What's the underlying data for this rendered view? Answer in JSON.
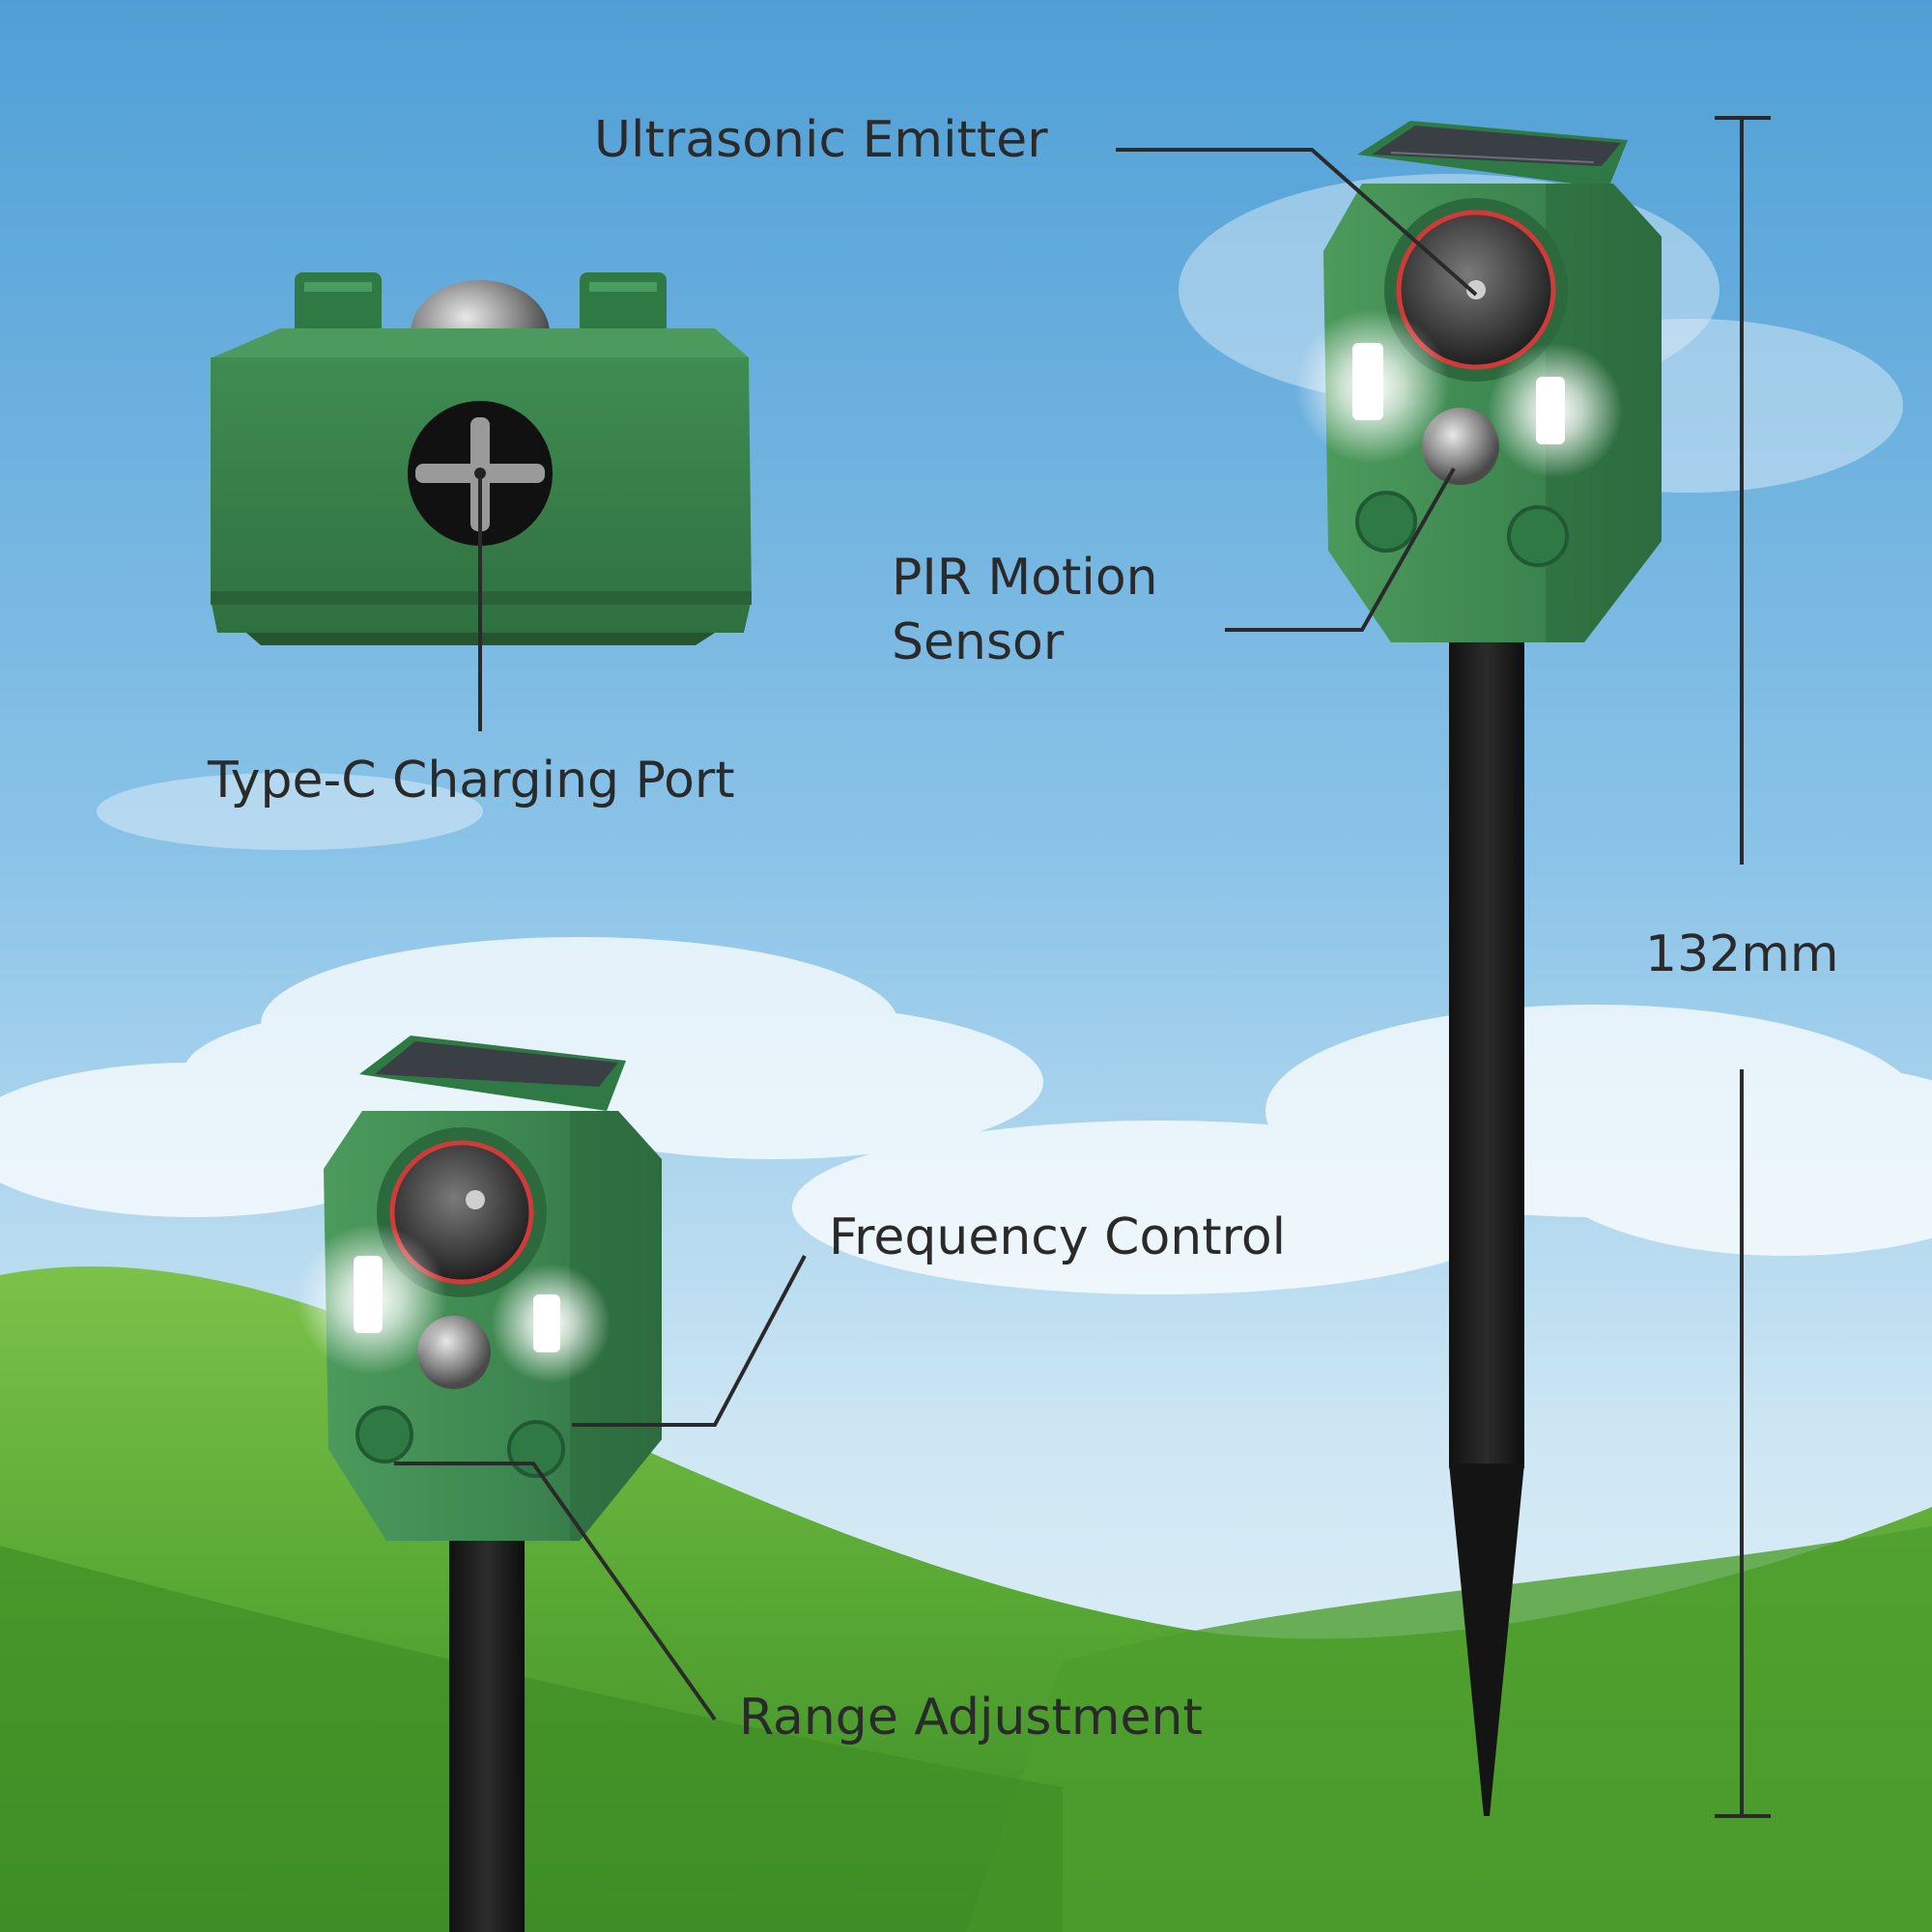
{
  "colors": {
    "sky_top": "#5fa9dc",
    "sky_bottom": "#d8ecf6",
    "grass": "#5fb33a",
    "device_green": "#3f8a4f",
    "stake": "#1c1c1c",
    "callout_line": "#2a2a2a",
    "text": "#2a2a2a"
  },
  "labels": {
    "ultrasonic_emitter": "Ultrasonic Emitter",
    "pir_motion_sensor": "PIR Motion\nSensor",
    "type_c_charging_port": "Type-C Charging Port",
    "frequency_control": "Frequency Control",
    "range_adjustment": "Range Adjustment",
    "dimension": "132mm"
  },
  "icons": {
    "solar_panel": "solar-panel-icon",
    "speaker": "ultrasonic-speaker-icon",
    "pir_dome": "pir-sensor-dome-icon",
    "led": "led-light-icon",
    "knob": "control-knob-icon",
    "usb_c_port": "usb-c-port-icon"
  }
}
